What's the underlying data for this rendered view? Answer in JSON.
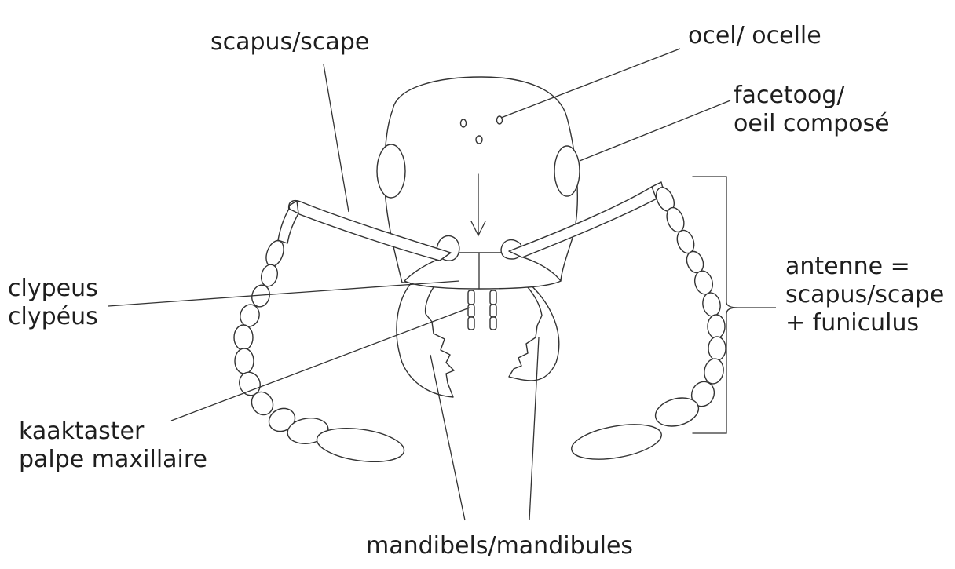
{
  "labels": {
    "scape": "scapus/scape",
    "ocelli": "ocel/ ocelle",
    "eye": [
      "facetoog/",
      "oeil composé"
    ],
    "antenna": [
      "antenne =",
      "scapus/scape",
      "+ funiculus"
    ],
    "clypeus": [
      "clypeus",
      "clypéus"
    ],
    "palp": [
      "kaaktaster",
      "palpe maxillaire"
    ],
    "mandibles": "mandibels/mandibules"
  }
}
